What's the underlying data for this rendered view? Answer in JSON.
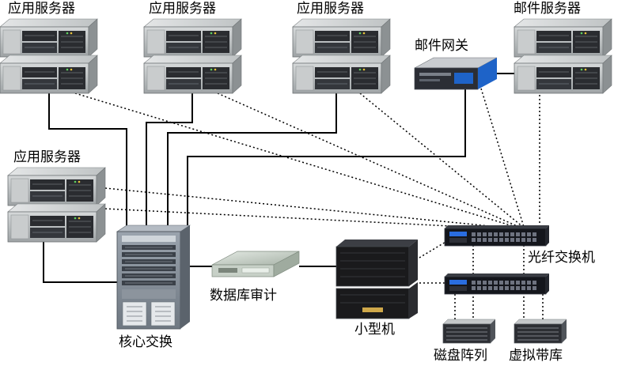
{
  "labels": {
    "app_server_1": "应用服务器",
    "app_server_2": "应用服务器",
    "app_server_3": "应用服务器",
    "app_server_left": "应用服务器",
    "mail_server": "邮件服务器",
    "mail_gateway": "邮件网关",
    "core_switch": "核心交换",
    "db_audit": "数据库审计",
    "minicomputer": "小型机",
    "fc_switch": "光纤交换机",
    "disk_array": "磁盘阵列",
    "virtual_tape": "虚拟带库"
  },
  "colors": {
    "server_body": "#b8bcbd",
    "server_dark": "#2a2c30",
    "gateway_accent": "#1e63c8",
    "minicomputer_body": "#1a1a1c",
    "fc_switch_body": "#14161c",
    "line": "#000000"
  }
}
